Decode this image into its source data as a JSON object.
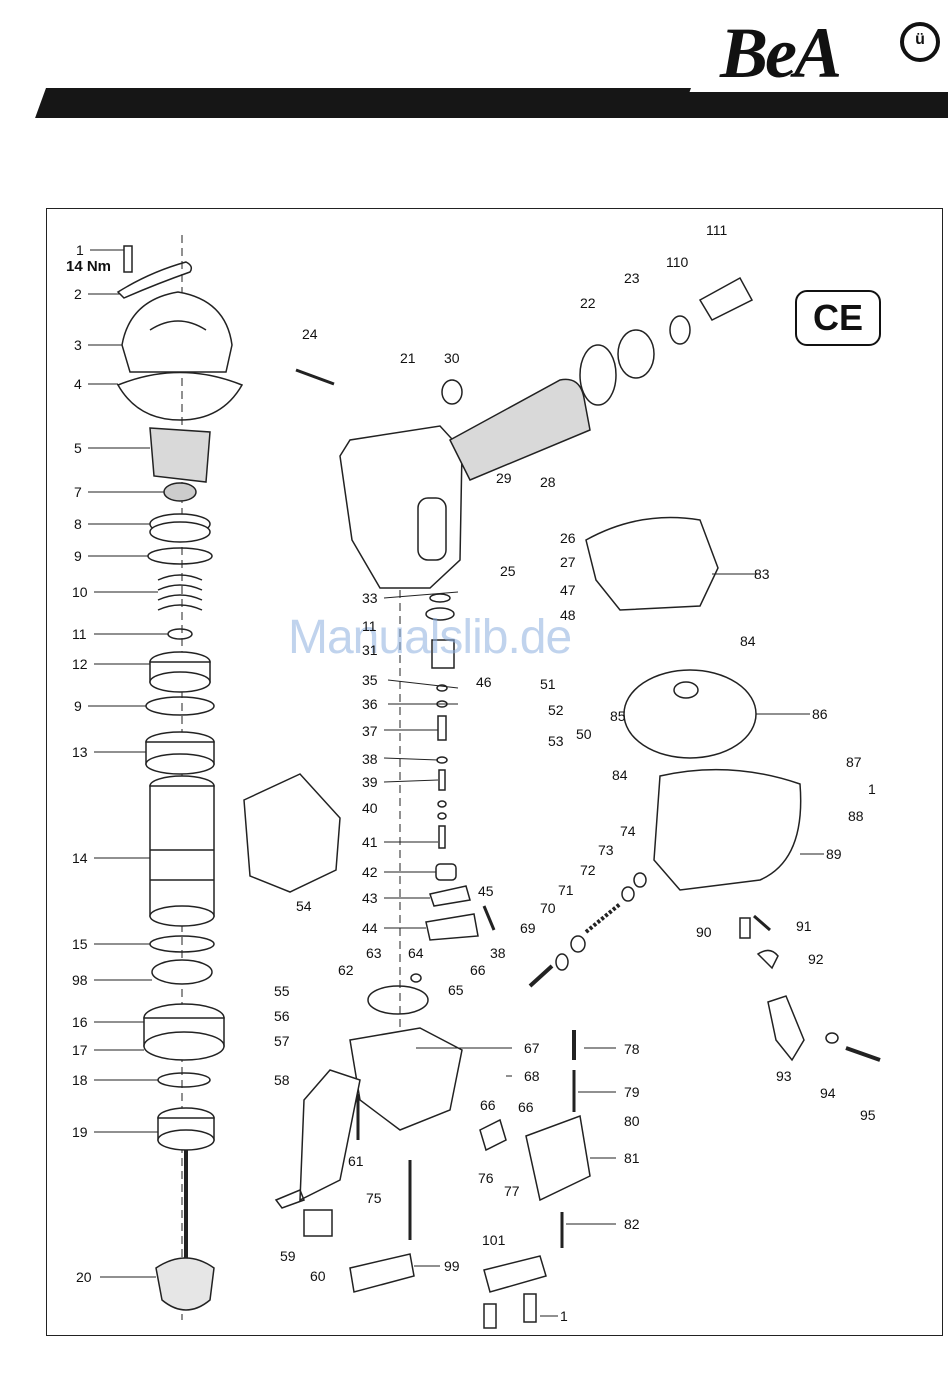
{
  "brand": {
    "logo_text": "BeA",
    "logo_mark": "ü"
  },
  "certification": "CE",
  "watermark": "Manualslib.de",
  "torque_note": "14 Nm",
  "labels": {
    "p1": "1",
    "p2": "2",
    "p3": "3",
    "p4": "4",
    "p5": "5",
    "p7": "7",
    "p8": "8",
    "p9a": "9",
    "p10": "10",
    "p11a": "11",
    "p12": "12",
    "p9b": "9",
    "p13": "13",
    "p14": "14",
    "p15": "15",
    "p98": "98",
    "p16": "16",
    "p17": "17",
    "p18": "18",
    "p19": "19",
    "p20": "20",
    "p24": "24",
    "p21": "21",
    "p30": "30",
    "p22": "22",
    "p23": "23",
    "p110": "110",
    "p111": "111",
    "p29": "29",
    "p28": "28",
    "p26": "26",
    "p27": "27",
    "p25": "25",
    "p47": "47",
    "p48": "48",
    "p33": "33",
    "p11b": "11",
    "p31": "31",
    "p46": "46",
    "p51": "51",
    "p50": "50",
    "p35": "35",
    "p36": "36",
    "p52": "52",
    "p53": "53",
    "p37": "37",
    "p38a": "38",
    "p39": "39",
    "p40": "40",
    "p41": "41",
    "p42": "42",
    "p43": "43",
    "p44": "44",
    "p45": "45",
    "p54": "54",
    "p83": "83",
    "p84a": "84",
    "p85": "85",
    "p86": "86",
    "p84b": "84",
    "p87": "87",
    "p1b": "1",
    "p88": "88",
    "p89": "89",
    "p74": "74",
    "p73": "73",
    "p72": "72",
    "p71": "71",
    "p70": "70",
    "p69": "69",
    "p90": "90",
    "p91": "91",
    "p92": "92",
    "p63": "63",
    "p64": "64",
    "p62": "62",
    "p55": "55",
    "p56": "56",
    "p57": "57",
    "p58": "58",
    "p66a": "66",
    "p65": "65",
    "p67": "67",
    "p68": "68",
    "p38b": "38",
    "p66b": "66",
    "p66c": "66",
    "p78": "78",
    "p79": "79",
    "p80": "80",
    "p81": "81",
    "p76": "76",
    "p77": "77",
    "p61": "61",
    "p75": "75",
    "p82": "82",
    "p93": "93",
    "p94": "94",
    "p95": "95",
    "p59": "59",
    "p60": "60",
    "p99": "99",
    "p101": "101",
    "p1c": "1"
  }
}
